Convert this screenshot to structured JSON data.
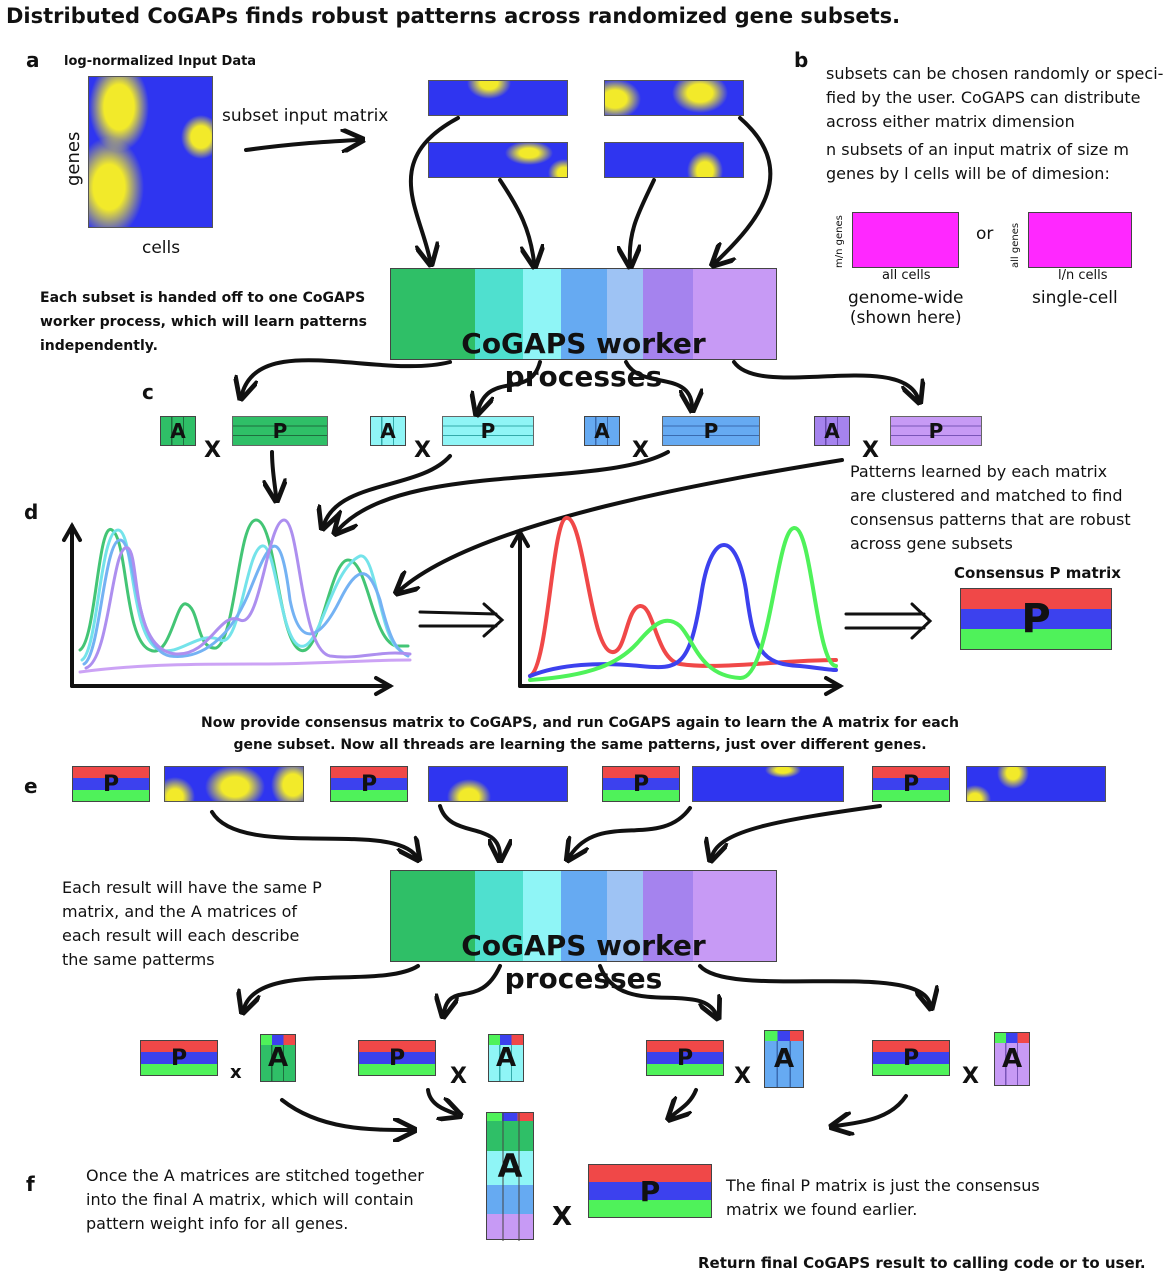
{
  "title": "Distributed CoGAPs finds robust patterns across randomized gene subsets.",
  "panels": {
    "a": "a",
    "b": "b",
    "c": "c",
    "d": "d",
    "e": "e",
    "f": "f"
  },
  "panel_a": {
    "heading": "log-normalized Input Data",
    "y_axis": "genes",
    "x_axis": "cells",
    "arrow_label": "subset input matrix"
  },
  "panel_b": {
    "text1": "subsets can be chosen randomly or speci-\nfied by the user. CoGAPS can distribute\nacross either matrix dimension",
    "text2": "n subsets of an input matrix of size m\ngenes by l cells will be of dimesion:",
    "left_box_ylabel": "m/n genes",
    "left_box_xlabel": "all cells",
    "right_box_ylabel": "all genes",
    "right_box_xlabel": "l/n cells",
    "or": "or",
    "left_caption": "genome-wide\n(shown here)",
    "right_caption": "single-cell"
  },
  "worker_note_top": "Each subset is handed off to one CoGAPS\nworker process, which will learn patterns\nindependently.",
  "worker_label": "CoGAPS worker processes",
  "matrix_labels": {
    "a": "A",
    "p": "P",
    "x": "X",
    "x_small": "x"
  },
  "panel_d": {
    "note": "Patterns learned by each matrix\nare clustered and matched to find\nconsensus patterns that are robust\nacross gene subsets",
    "consensus_title": "Consensus P matrix"
  },
  "provide_text": "Now provide consensus matrix to CoGAPS, and run CoGAPS again to learn the A matrix for each\ngene subset. Now all threads are learning the same patterns, just over different genes.",
  "result_note": "Each result will have the same P\nmatrix, and the A matrices of\neach result will each describe\nthe same patterms",
  "panel_f": {
    "left_note": "Once the A matrices are stitched together\ninto the final A matrix, which will contain\npattern weight info for all genes.",
    "right_note": "The final P matrix is just the consensus\nmatrix we found earlier."
  },
  "footer": "Return final CoGAPS result to calling code or to user.",
  "colors": {
    "heat_blue": "#2f35f0",
    "heat_yellow": "#f2ea2a",
    "green": "#2fbf67",
    "teal": "#4fe0cf",
    "cyan": "#8ff5f6",
    "blue": "#66aaf2",
    "lightblue": "#9ec3f4",
    "purple": "#a583ee",
    "lavender": "#c79af5",
    "magenta": "#ff28ff",
    "cons_red": "#f04848",
    "cons_blue": "#3c41ee",
    "cons_green": "#4ff25a"
  }
}
